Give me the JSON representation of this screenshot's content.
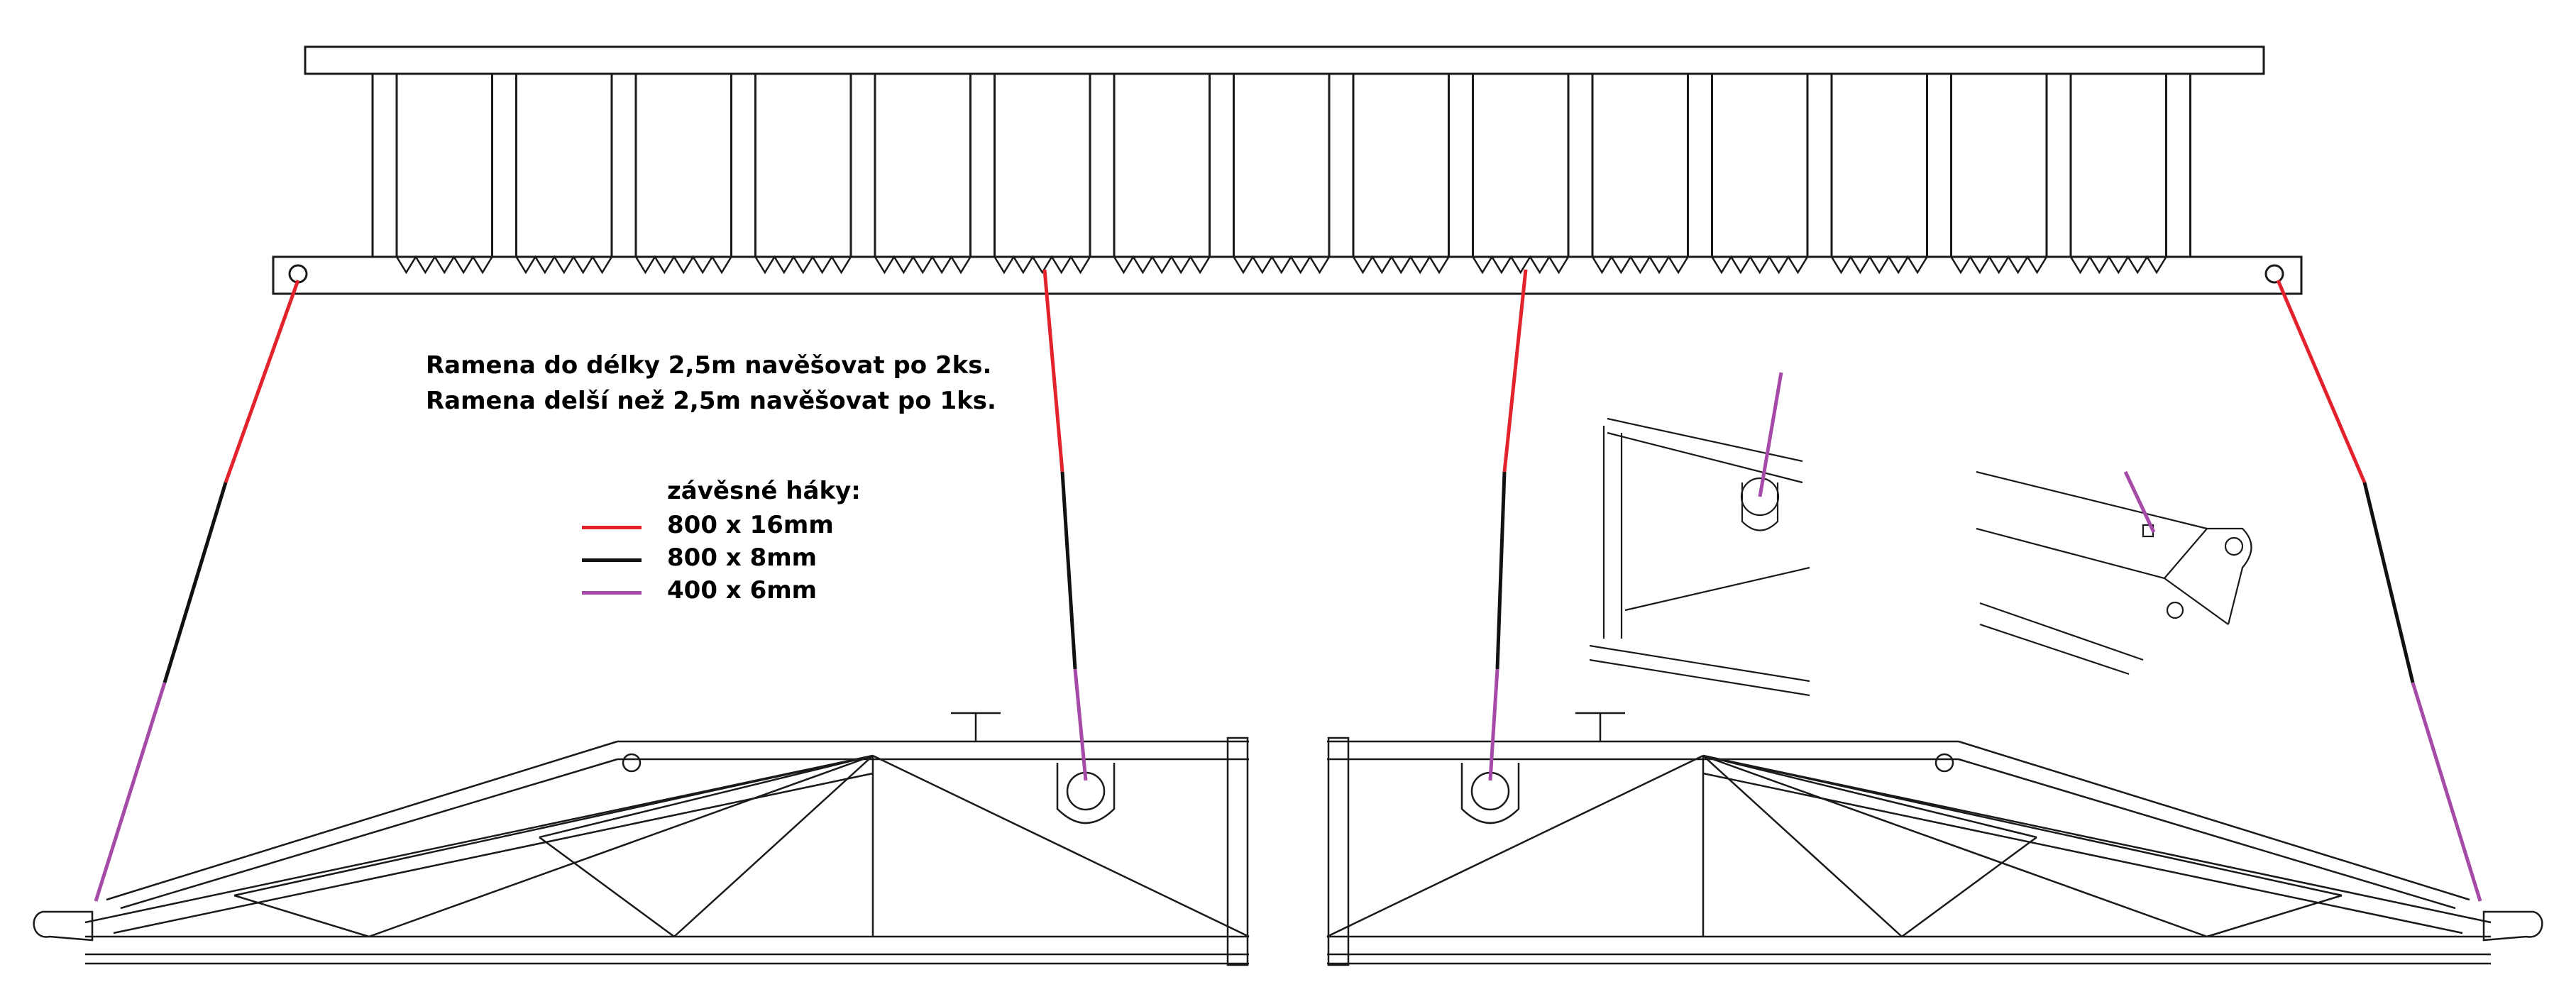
{
  "notes": {
    "line1": "Ramena do délky 2,5m navěšovat po 2ks.",
    "line2": "Ramena delší než 2,5m navěšovat po 1ks."
  },
  "legend": {
    "title": "závěsné háky:",
    "items": [
      {
        "label": "800 x 16mm",
        "color": "#e3232b"
      },
      {
        "label": "800 x 8mm",
        "color": "#111111"
      },
      {
        "label": "400 x 6mm",
        "color": "#a54aa7"
      }
    ]
  },
  "colors": {
    "line": "#1a1a1a"
  }
}
